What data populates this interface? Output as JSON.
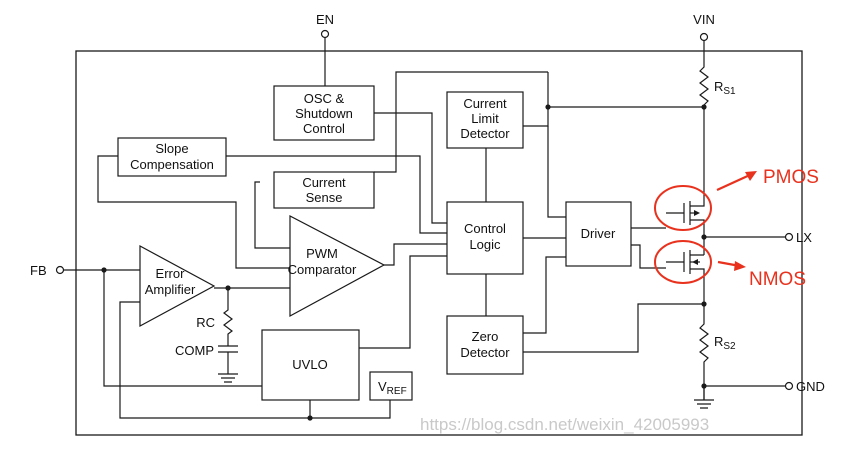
{
  "pins": {
    "en": "EN",
    "vin": "VIN",
    "fb": "FB",
    "lx": "LX",
    "gnd": "GND"
  },
  "blocks": {
    "osc": [
      "OSC &",
      "Shutdown",
      "Control"
    ],
    "current_limit": [
      "Current",
      "Limit",
      "Detector"
    ],
    "slope": [
      "Slope",
      "Compensation"
    ],
    "current_sense": [
      "Current",
      "Sense"
    ],
    "control_logic": [
      "Control",
      "Logic"
    ],
    "driver": "Driver",
    "pwm": [
      "PWM",
      "Comparator"
    ],
    "error_amp": [
      "Error",
      "Amplifier"
    ],
    "uvlo": "UVLO",
    "zero": [
      "Zero",
      "Detector"
    ],
    "vref_main": "V",
    "vref_sub": "REF"
  },
  "components": {
    "rs1_main": "R",
    "rs1_sub": "S1",
    "rs2_main": "R",
    "rs2_sub": "S2",
    "rc": "RC",
    "comp": "COMP"
  },
  "annotations": {
    "pmos": "PMOS",
    "nmos": "NMOS",
    "accent_color": "#e8321e"
  },
  "watermark": "https://blog.csdn.net/weixin_42005993"
}
